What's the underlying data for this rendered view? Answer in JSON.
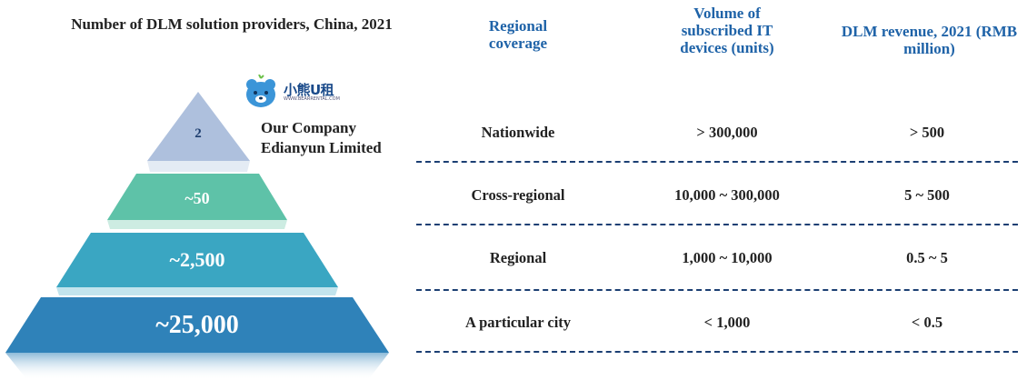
{
  "left_title": "Number of DLM solution providers, China, 2021",
  "pyramid": [
    {
      "label": "2",
      "color": "#aec0dd"
    },
    {
      "label": "~50",
      "color": "#5ec2a8"
    },
    {
      "label": "~2,500",
      "color": "#3aa6c2"
    },
    {
      "label": "~25,000",
      "color": "#2f82b9"
    }
  ],
  "logo": {
    "text": "小熊U租",
    "subtext": "WWW.BEARRENTAL.COM"
  },
  "company": {
    "line1": "Our Company",
    "line2": "Edianyun Limited"
  },
  "headers": {
    "regional_coverage": "Regional coverage",
    "volume": "Volume of subscribed IT devices (units)",
    "revenue": "DLM revenue, 2021 (RMB million)"
  },
  "rows": [
    {
      "coverage": "Nationwide",
      "volume": "> 300,000",
      "revenue": "> 500"
    },
    {
      "coverage": "Cross-regional",
      "volume": "10,000 ~ 300,000",
      "revenue": "5 ~ 500"
    },
    {
      "coverage": "Regional",
      "volume": "1,000 ~ 10,000",
      "revenue": "0.5 ~ 5"
    },
    {
      "coverage": "A particular city",
      "volume": "< 1,000",
      "revenue": "< 0.5"
    }
  ]
}
